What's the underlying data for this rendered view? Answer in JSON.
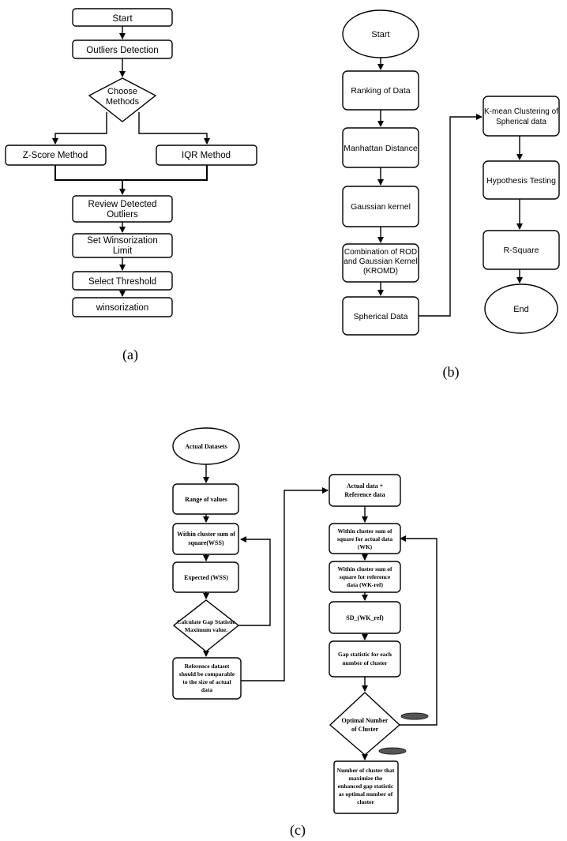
{
  "panel_a": {
    "caption": "(a)",
    "start": "Start",
    "outliers_detection": "Outliers Detection",
    "choose_methods": [
      "Choose",
      "Methods"
    ],
    "zscore": "Z-Score Method",
    "iqr": "IQR Method",
    "review": [
      "Review Detected",
      "Outliers"
    ],
    "set_limit": [
      "Set Winsorization",
      "Limit"
    ],
    "select_threshold": "Select Threshold",
    "winsorization": "winsorization"
  },
  "panel_b": {
    "caption": "(b)",
    "start": "Start",
    "ranking": "Ranking of Data",
    "manhattan": "Manhattan Distance",
    "gaussian": "Gaussian kernel",
    "combination": [
      "Combination of ROD",
      "and Gaussian Kernel",
      "(KROMD)"
    ],
    "spherical": "Spherical Data",
    "kmean": [
      "K-mean Clustering of",
      "Spherical data"
    ],
    "hypothesis": "Hypothesis Testing",
    "rsquare": "R-Square",
    "end": "End"
  },
  "panel_c": {
    "caption": "(c)",
    "actual_datasets": "Actual Datasets",
    "range": "Range of values",
    "wss": [
      "Within cluster sum of",
      "square(WSS)"
    ],
    "expected": "Expected (WSS)",
    "calculate": [
      "Calculate Gap Statistic",
      "Maximum value."
    ],
    "reference": [
      "Reference dataset",
      "should be comparable",
      "to the size of actual",
      "data"
    ],
    "actual_ref": [
      "Actual data +",
      "Reference data"
    ],
    "wk": [
      "Within cluster sum of",
      "square for actual data",
      "(WK)"
    ],
    "wk_ref": [
      "Within cluster sum of",
      "square for reference",
      "data (WK-ref)"
    ],
    "sd": "SD_(WK_ref)",
    "gap": [
      "Gap statistic for each",
      "number of cluster"
    ],
    "optimal": [
      "Optimal Number",
      "of Cluster"
    ],
    "result": [
      "Number of cluster that",
      "maximize the",
      "enhanced gap statistic",
      "as optimal number of",
      "cluster"
    ]
  }
}
